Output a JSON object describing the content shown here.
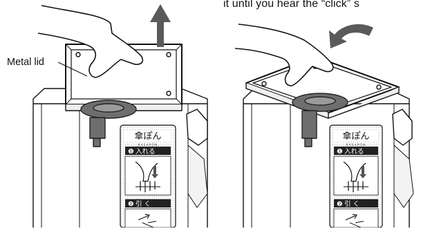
{
  "caption": "it until you hear the “click” s",
  "labels": {
    "metal_lid": "Metal lid"
  },
  "device_brand": "傘ぽん",
  "device_brand_sub": "KASAPON",
  "steps": [
    {
      "marker": "❶",
      "text": "入れる"
    },
    {
      "marker": "❷",
      "text": "引 く"
    }
  ],
  "colors": {
    "ink": "#111111",
    "arrow_gray": "#5a5a5a",
    "lid_gray": "#8a8a8a",
    "panel_gray": "#d8d8d8"
  }
}
